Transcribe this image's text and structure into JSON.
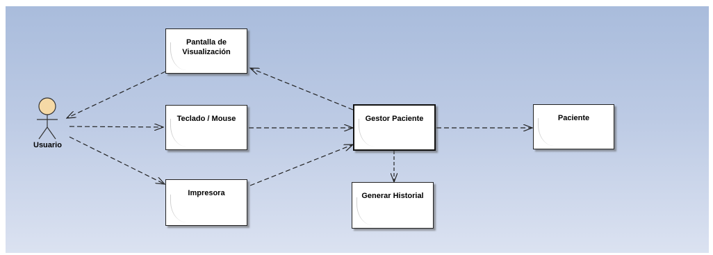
{
  "actor": {
    "label": "Usuario"
  },
  "nodes": {
    "pantalla": {
      "label": "Pantalla de Visualización"
    },
    "teclado": {
      "label": "Teclado / Mouse"
    },
    "impresora": {
      "label": "Impresora"
    },
    "gestor": {
      "label": "Gestor Paciente"
    },
    "paciente": {
      "label": "Paciente"
    },
    "historial": {
      "label": "Generar Historial"
    }
  },
  "edges": [
    {
      "from": "gestor",
      "to": "pantalla",
      "style": "dashed"
    },
    {
      "from": "pantalla",
      "to": "usuario",
      "style": "dashed"
    },
    {
      "from": "usuario",
      "to": "teclado",
      "style": "dashed"
    },
    {
      "from": "teclado",
      "to": "gestor",
      "style": "dashed"
    },
    {
      "from": "usuario",
      "to": "impresora",
      "style": "dashed"
    },
    {
      "from": "impresora",
      "to": "gestor",
      "style": "dashed"
    },
    {
      "from": "gestor",
      "to": "paciente",
      "style": "dashed"
    },
    {
      "from": "gestor",
      "to": "historial",
      "style": "dashed"
    }
  ],
  "colors": {
    "background_top": "#a9bcdc",
    "background_bottom": "#dbe2f1",
    "actor_head": "#f5d9a6",
    "line": "#222222"
  }
}
